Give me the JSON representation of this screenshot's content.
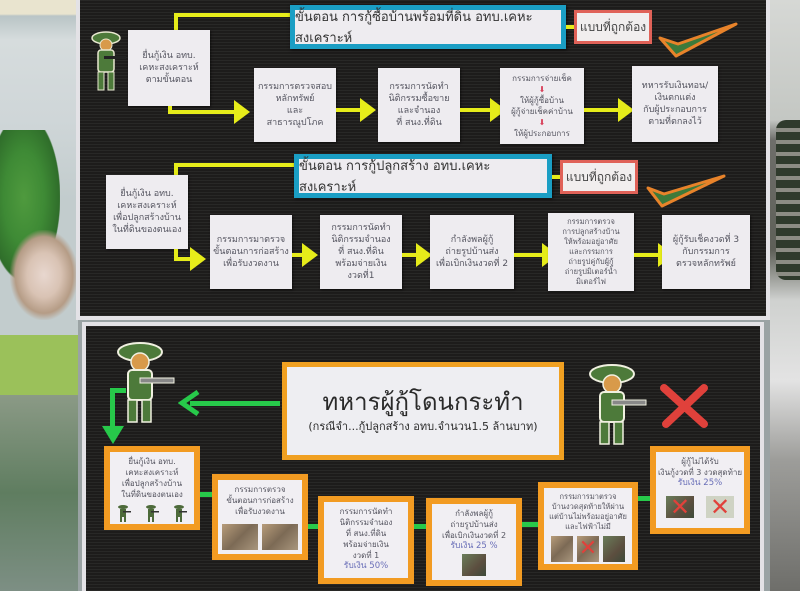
{
  "scene": {
    "description": "Photo of a Thai military welfare housing loan process poster board"
  },
  "colors": {
    "board": "#1d1c1b",
    "title_border": "#1a9ec4",
    "correct_border": "#e06258",
    "yellow_arrow": "#e6ec1a",
    "green_arrow": "#27c94a",
    "orange_frame": "#f29b22",
    "red_x": "#e0413b"
  },
  "top_board": {
    "section1": {
      "title": "ขั้นตอน การกู้ซื้อบ้านพร้อมที่ดิน อทบ.เคหะสงเคราะห์",
      "correct_label": "แบบที่ถูกต้อง",
      "start_note": [
        "ยื่นกู้เงิน อทบ.",
        "เคหะสงเคราะห์",
        "ตามขั้นตอน"
      ],
      "steps": [
        {
          "lines": [
            "กรรมการตรวจสอบ",
            "หลักทรัพย์",
            "และ",
            "สาธารณูปโภค"
          ]
        },
        {
          "lines": [
            "กรรมการนัดทำ",
            "นิติกรรมซื้อขาย",
            "และจำนอง",
            "ที่ สนง.ที่ดิน"
          ]
        },
        {
          "lines": [
            "กรรมการจ่ายเช็ค",
            "⬇",
            "ให้ผู้กู้ซื้อบ้าน",
            "ผู้กู้จ่ายเช็คค่าบ้าน",
            "⬇",
            "ให้ผู้ประกอบการ"
          ]
        },
        {
          "lines": [
            "ทหารรับเงินทอน/",
            "เงินตกแต่ง",
            "กับผู้ประกอบการ",
            "ตามที่ตกลงไว้"
          ]
        }
      ]
    },
    "section2": {
      "title": "ขั้นตอน การกู้ปลูกสร้าง อทบ.เคหะสงเคราะห์",
      "correct_label": "แบบที่ถูกต้อง",
      "start_note": [
        "ยื่นกู้เงิน อทบ.",
        "เคหะสงเคราะห์",
        "เพื่อปลูกสร้างบ้าน",
        "ในที่ดินของตนเอง"
      ],
      "steps": [
        {
          "lines": [
            "กรรมการมาตรวจ",
            "ขั้นตอนการก่อสร้าง",
            "เพื่อรับงวดงาน"
          ]
        },
        {
          "lines": [
            "กรรมการนัดทำ",
            "นิติกรรมจำนอง",
            "ที่ สนง.ที่ดิน",
            "พร้อมจ่ายเงิน",
            "งวดที่1"
          ]
        },
        {
          "lines": [
            "กำลังพลผู้กู้",
            "ถ่ายรูปบ้านส่ง",
            "เพื่อเบิกเงินงวดที่ 2"
          ]
        },
        {
          "lines": [
            "กรรมการตรวจ",
            "การปลูกสร้างบ้าน",
            "ให้พร้อมอยู่อาศัย",
            "และกรรมการ",
            "ถ่ายรูปคู่กับผู้กู้",
            "ถ่ายรูปมิเตอร์น้ำ",
            "มิเตอร์ไฟ"
          ]
        },
        {
          "lines": [
            "ผู้กู้รับเช็คงวดที่ 3",
            "กับกรรมการ",
            "ตรวจหลักทรัพย์"
          ]
        }
      ]
    }
  },
  "bottom_board": {
    "title": "ทหารผู้กู้โดนกระทำ",
    "subtitle": "(กรณีจำ...กู้ปลูกสร้าง อทบ.จำนวน1.5 ล้านบาท)",
    "boxes": [
      {
        "lines": [
          "ยื่นกู้เงิน อทบ.",
          "เคหะสงเคราะห์",
          "เพื่อปลูกสร้างบ้าน",
          "ในที่ดินของตนเอง"
        ],
        "pay": ""
      },
      {
        "lines": [
          "กรรมการตรวจ",
          "ขั้นตอนการก่อสร้าง",
          "เพื่อรับงวดงาน"
        ],
        "pay": ""
      },
      {
        "lines": [
          "กรรมการนัดทำ",
          "นิติกรรมจำนอง",
          "ที่ สนง.ที่ดิน",
          "พร้อมจ่ายเงิน",
          "งวดที่ 1"
        ],
        "pay": "รับเงิน 50%"
      },
      {
        "lines": [
          "กำลังพลผู้กู้",
          "ถ่ายรูปบ้านส่ง",
          "เพื่อเบิกเงินงวดที่ 2"
        ],
        "pay": "รับเงิน 25 %"
      },
      {
        "lines": [
          "กรรมการมาตรวจ",
          "บ้านงวดสุดท้ายให้ผ่าน",
          "แต่บ้านไม่พร้อมอยู่อาศัย",
          "และไฟฟ้าไม่มี"
        ],
        "pay": ""
      },
      {
        "lines": [
          "ผู้กู้ไม่ได้รับ",
          "เงินกู้งวดที่ 3 งวดสุดท้าย"
        ],
        "pay": "รับเงิน 25%"
      }
    ],
    "x_mark": "✕"
  },
  "icons": {
    "check": "✔",
    "arrow_right": "➔",
    "arrow_down": "⬇",
    "arrow_left": "⬅"
  }
}
